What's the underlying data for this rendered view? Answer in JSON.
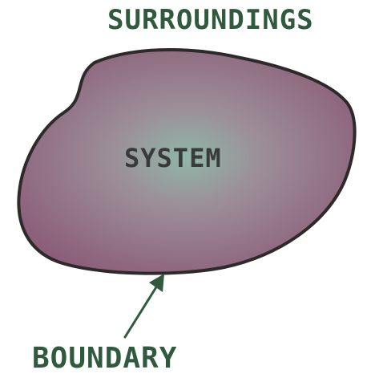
{
  "labels": {
    "surroundings": "SURROUNDINGS",
    "system": "SYSTEM",
    "boundary": "BOUNDARY"
  },
  "colors": {
    "surroundings_text": "#2f5a3d",
    "system_text": "#3a3a3a",
    "boundary_text": "#2f5a3d",
    "region_center": "#8fb7a8",
    "region_mid": "#9c7f92",
    "region_edge": "#8a5a77",
    "boundary_stroke": "#2e2a2a",
    "arrow": "#2f5a3d"
  }
}
